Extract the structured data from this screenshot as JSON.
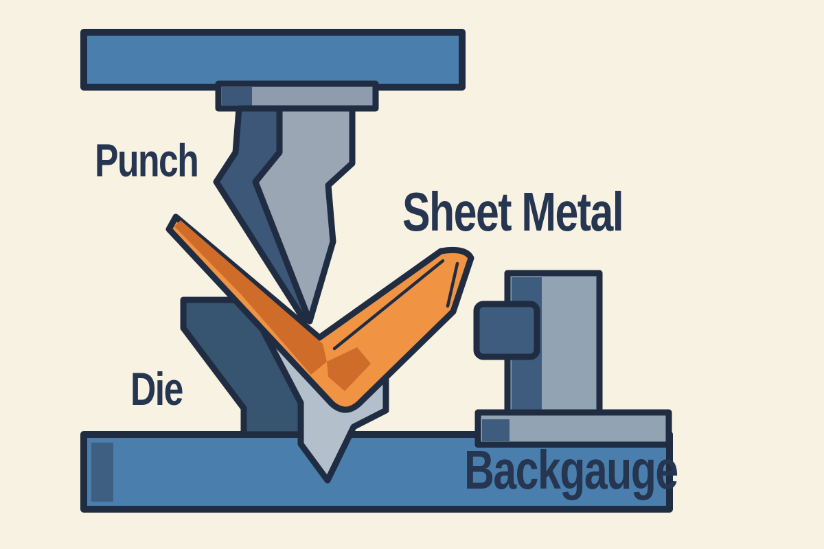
{
  "diagram": {
    "subject": "press-brake-bending",
    "labels": {
      "punch": "Punch",
      "sheet_metal": "Sheet Metal",
      "die": "Die",
      "backgauge": "Backgauge"
    }
  },
  "colors": {
    "background": "#f8f2e3",
    "outline": "#1f2c42",
    "beam-blue": "#4a7fad",
    "beam-dark": "#3e5f82",
    "punch-gray": "#9aa6b4",
    "punch-plate": "#8e9cae",
    "punch-navy": "#3c5777",
    "die-gray": "#b3bfca",
    "die-navy": "#375470",
    "sheet-orange": "#f09343",
    "sheet-dark-orange": "#cf6c2a",
    "gauge-light": "#92a3b4",
    "gauge-dark": "#3d5c7e",
    "text": "#263550"
  }
}
